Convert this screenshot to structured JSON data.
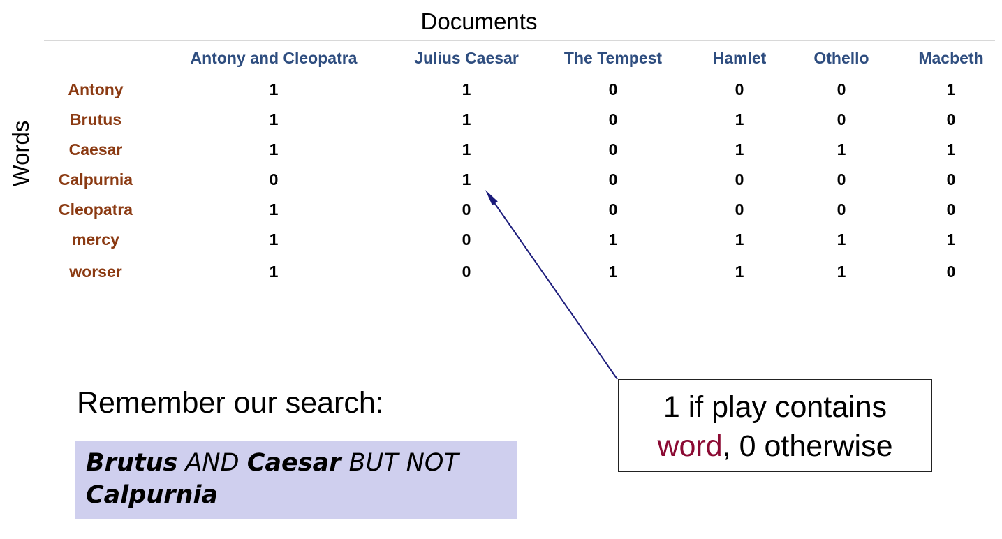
{
  "header": {
    "title": "Documents",
    "row_axis_label": "Words"
  },
  "matrix": {
    "columns": [
      "Antony and Cleopatra",
      "Julius Caesar",
      "The Tempest",
      "Hamlet",
      "Othello",
      "Macbeth"
    ],
    "rows": [
      {
        "term": "Antony",
        "values": [
          "1",
          "1",
          "0",
          "0",
          "0",
          "1"
        ]
      },
      {
        "term": "Brutus",
        "values": [
          "1",
          "1",
          "0",
          "1",
          "0",
          "0"
        ]
      },
      {
        "term": "Caesar",
        "values": [
          "1",
          "1",
          "0",
          "1",
          "1",
          "1"
        ]
      },
      {
        "term": "Calpurnia",
        "values": [
          "0",
          "1",
          "0",
          "0",
          "0",
          "0"
        ]
      },
      {
        "term": "Cleopatra",
        "values": [
          "1",
          "0",
          "0",
          "0",
          "0",
          "0"
        ]
      },
      {
        "term": "mercy",
        "values": [
          "1",
          "0",
          "1",
          "1",
          "1",
          "1"
        ]
      },
      {
        "term": "worser",
        "values": [
          "1",
          "0",
          "1",
          "1",
          "1",
          "0"
        ]
      }
    ]
  },
  "reminder": {
    "text": "Remember our search:",
    "query": {
      "t1": "Brutus",
      "op1": "AND",
      "t2": "Caesar",
      "op2": "BUT NOT",
      "t3": "Calpurnia"
    }
  },
  "callout": {
    "pre": "1 if play contains",
    "highlight": "word",
    "post": ", 0 otherwise"
  },
  "colors": {
    "column_header": "#2e4d7f",
    "term": "#8b3a12",
    "query_bg": "#cfcfee",
    "highlight": "#8b0a33",
    "arrow": "#1a1a7a"
  }
}
